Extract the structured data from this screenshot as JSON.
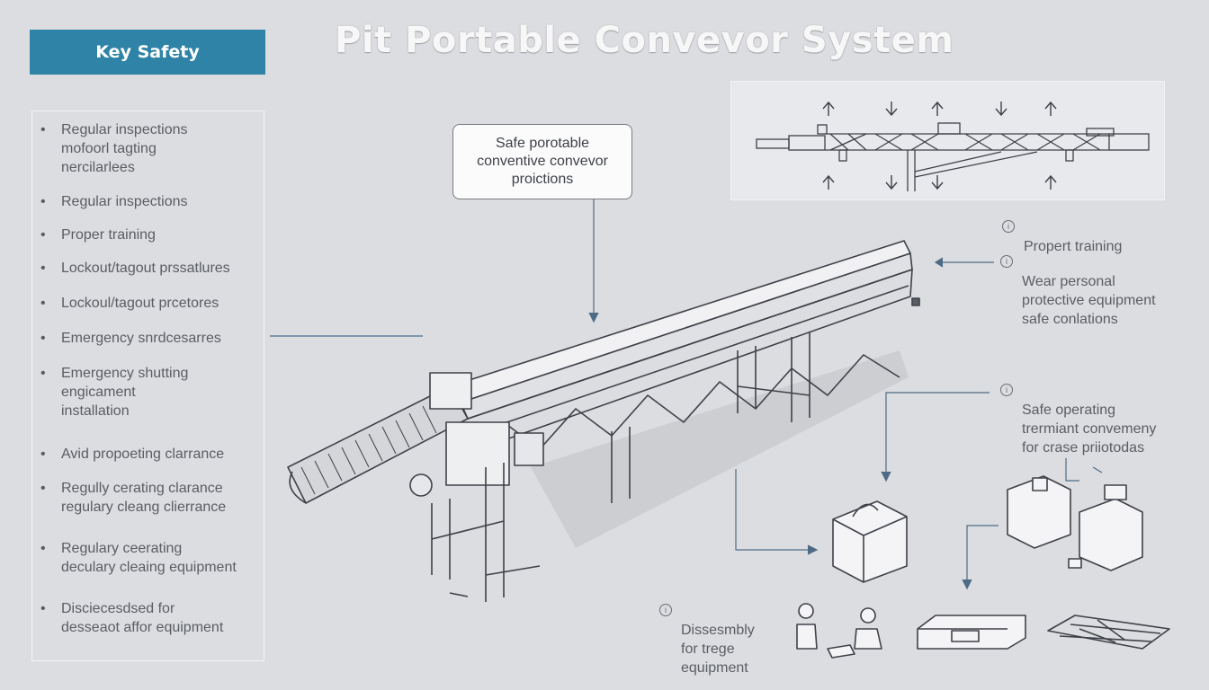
{
  "header": {
    "badge": "Key Safety",
    "title": "Pit Portable Convevor System"
  },
  "safety_list": [
    "Regular inspections\nmofoorl tagting\nnercilarlees",
    "Regular inspections",
    "Proper training",
    "Lockout/tagout prssatlures",
    "Lockoul/tagout prcetores",
    "Emergency snrdcesarres",
    "Emergency shutting\nengicament\n installation",
    "Avid propoeting clarrance",
    "Regully cerating clarance\nregulary cleang clierrance",
    "Regulary ceerating\ndeculary cleaing equipment",
    "Disciecesdsed for\ndesseaot affor equipment"
  ],
  "callout": "Safe porotable\nconventive convevor\nproictions",
  "side_notes": [
    "Propert training",
    "Wear personal\nprotective equipment\nsafe conlations",
    "Safe operating\ntrermiant convemeny\nfor crase priiotodas"
  ],
  "bottom_note": "Dissesmbly\nfor trege\nequipment",
  "colors": {
    "badge": "#2f83a6",
    "background": "#dcdde0",
    "line": "#3e4148"
  },
  "icons": [
    "info-icon",
    "up-arrow-icon",
    "down-arrow-icon",
    "box-icon",
    "machine-icon",
    "person-icon",
    "crate-icon"
  ]
}
